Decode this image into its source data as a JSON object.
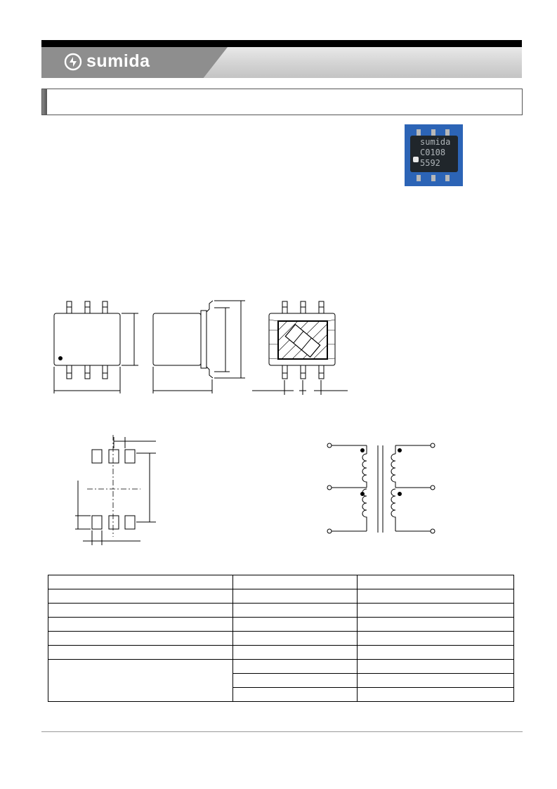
{
  "header": {
    "brand": "sumida",
    "logo_icon": "sumida-logo-icon"
  },
  "title_box": {
    "text": ""
  },
  "product_photo": {
    "marking_line1": "sumida",
    "marking_line2": "C0108",
    "marking_line3": "5592"
  },
  "spec_table": {
    "rows": [
      [
        "",
        "",
        ""
      ],
      [
        "",
        "",
        ""
      ],
      [
        "",
        "",
        ""
      ],
      [
        "",
        "",
        ""
      ],
      [
        "",
        "",
        ""
      ],
      [
        "",
        "",
        ""
      ],
      [
        "",
        "",
        ""
      ],
      [
        "",
        "",
        ""
      ],
      [
        "",
        "",
        ""
      ],
      [
        "",
        "",
        ""
      ]
    ]
  },
  "colors": {
    "header_bar": "#000000",
    "logo_plate": "#8e8e8e",
    "photo_background": "#2c64b6",
    "chip_body": "#20262b"
  }
}
